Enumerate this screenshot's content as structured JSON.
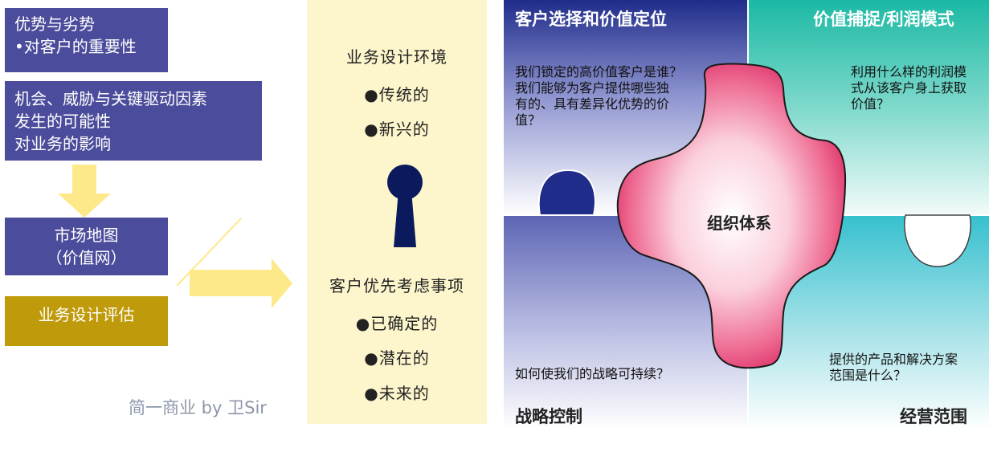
{
  "left": {
    "box1": {
      "line1": "优势与劣势",
      "line2": "•对客户的重要性"
    },
    "box2": {
      "line1": "机会、威胁与关键驱动因素",
      "line2": "发生的可能性",
      "line3": "对业务的影响"
    },
    "box3": {
      "line1": "市场地图",
      "line2": "（价值网）"
    },
    "box4": {
      "label": "业务设计评估"
    }
  },
  "middle": {
    "env_title": "业务设计环境",
    "env_items": [
      "●传统的",
      "●新兴的"
    ],
    "priority_title": "客户优先考虑事项",
    "priority_items": [
      "●已确定的",
      "●潜在的",
      "●未来的"
    ]
  },
  "puzzle": {
    "q1_title": "客户选择和价值定位",
    "q1_text": [
      "我们锁定的高价值客户是谁？",
      "我们能够为客户提供哪些独",
      "有的、具有差异化优势的价",
      "值？"
    ],
    "q2_title": "价值捕捉/利润模式",
    "q2_text": [
      "利用什么样的利润模",
      "式从该客户身上获取",
      "价值？"
    ],
    "center": "组织体系",
    "q3_title": "战略控制",
    "q3_text": [
      "如何使我们的战略可持续？"
    ],
    "q4_title": "经营范围",
    "q4_text": [
      "提供的产品和解决方案",
      "范围是什么？"
    ]
  },
  "watermark": "简一商业 by 卫Sir",
  "colors": {
    "box_blue": "#4b4c9b",
    "box_gold": "#bf9a0a",
    "arrow": "#fde98a",
    "panel": "#fdf6cc",
    "center_piece": "#e8487a"
  }
}
